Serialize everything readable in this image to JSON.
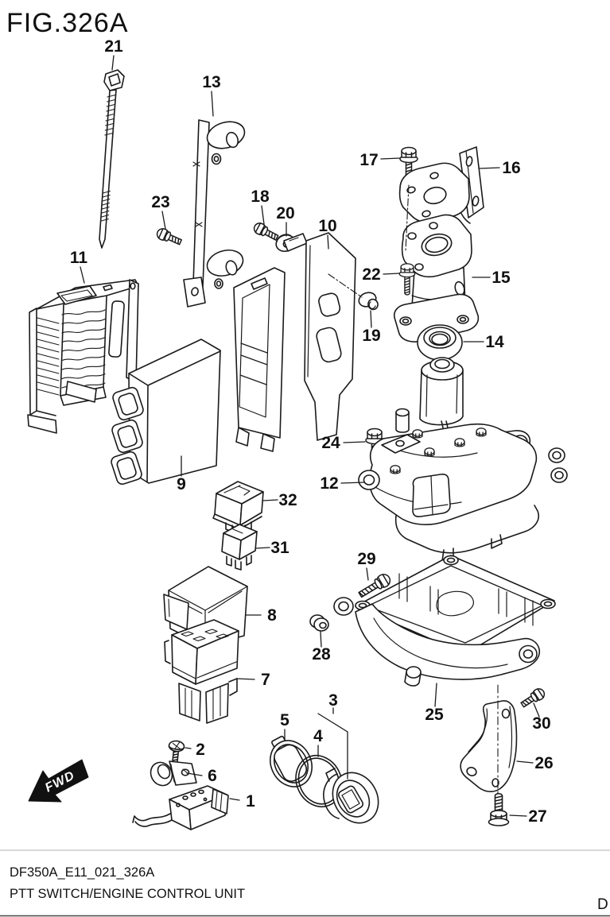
{
  "figure": {
    "title": "FIG.326A"
  },
  "footer": {
    "code": "DF350A_E11_021_326A",
    "title": "PTT SWITCH/ENGINE CONTROL UNIT",
    "page_marker": "D"
  },
  "direction": {
    "label": "FWD"
  },
  "colors": {
    "line": "#1a1a1a",
    "text": "#111111",
    "arrow_fill": "#111111",
    "background": "#ffffff"
  },
  "callouts": [
    {
      "number": "1"
    },
    {
      "number": "2"
    },
    {
      "number": "3"
    },
    {
      "number": "4"
    },
    {
      "number": "5"
    },
    {
      "number": "6"
    },
    {
      "number": "7"
    },
    {
      "number": "8"
    },
    {
      "number": "9"
    },
    {
      "number": "10"
    },
    {
      "number": "11"
    },
    {
      "number": "12"
    },
    {
      "number": "13"
    },
    {
      "number": "14"
    },
    {
      "number": "15"
    },
    {
      "number": "16"
    },
    {
      "number": "17"
    },
    {
      "number": "18"
    },
    {
      "number": "19"
    },
    {
      "number": "20"
    },
    {
      "number": "21"
    },
    {
      "number": "22"
    },
    {
      "number": "23"
    },
    {
      "number": "24"
    },
    {
      "number": "25"
    },
    {
      "number": "26"
    },
    {
      "number": "27"
    },
    {
      "number": "28"
    },
    {
      "number": "29"
    },
    {
      "number": "30"
    },
    {
      "number": "31"
    },
    {
      "number": "32"
    }
  ]
}
